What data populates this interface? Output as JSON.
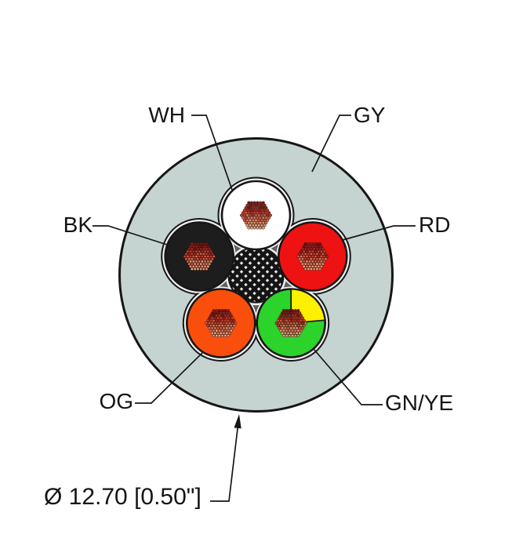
{
  "jacket": {
    "code": "GY",
    "color": "#c6d4d1"
  },
  "conductors": [
    {
      "code": "WH",
      "color": "#ffffff"
    },
    {
      "code": "BK",
      "color": "#1d1d1d"
    },
    {
      "code": "RD",
      "color": "#ee1212"
    },
    {
      "code": "OG",
      "color": "#fa4e0d"
    },
    {
      "code": "GN/YE",
      "color": "#2bd32b",
      "stripe_color": "#fdf000"
    }
  ],
  "dimension": {
    "label": "Ø 12.70 [0.50\"]"
  },
  "colors": {
    "outline": "#161616",
    "filler": "#5f5f5f",
    "gap": "#f0f0f0",
    "braid_light": "#e3e3e3",
    "braid_dark": "#141414",
    "strand_palette": [
      "#701616",
      "#8f1f1d",
      "#a62823",
      "#bf3b2b",
      "#ca5a41",
      "#d4785c",
      "#dc9372",
      "#ddab80"
    ]
  }
}
